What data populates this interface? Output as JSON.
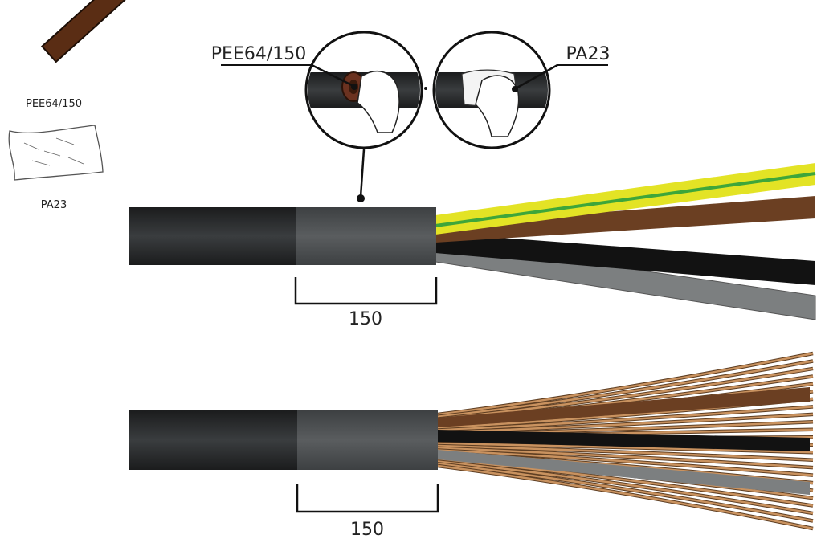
{
  "legend": {
    "items": [
      {
        "id": "pee",
        "label": "PEE64/150",
        "color": "#5a2d14"
      },
      {
        "id": "pa",
        "label": "PA23",
        "color": "#ffffff"
      }
    ]
  },
  "callouts": {
    "left_label": "PEE64/150",
    "right_label": "PA23"
  },
  "top_cable": {
    "dimension_label": "150",
    "jacket_color": "#2b2d2f",
    "prepared_color": "#4b4e50",
    "cores": [
      {
        "name": "green-yellow",
        "color": "#e3e325",
        "stripe": "#3ea63a"
      },
      {
        "name": "brown",
        "color": "#6b3f22"
      },
      {
        "name": "black",
        "color": "#121212"
      },
      {
        "name": "grey",
        "color": "#7c7f80"
      }
    ]
  },
  "bottom_cable": {
    "dimension_label": "150",
    "wire_color": "#c9925f",
    "wire_outline": "#5e3e22"
  }
}
